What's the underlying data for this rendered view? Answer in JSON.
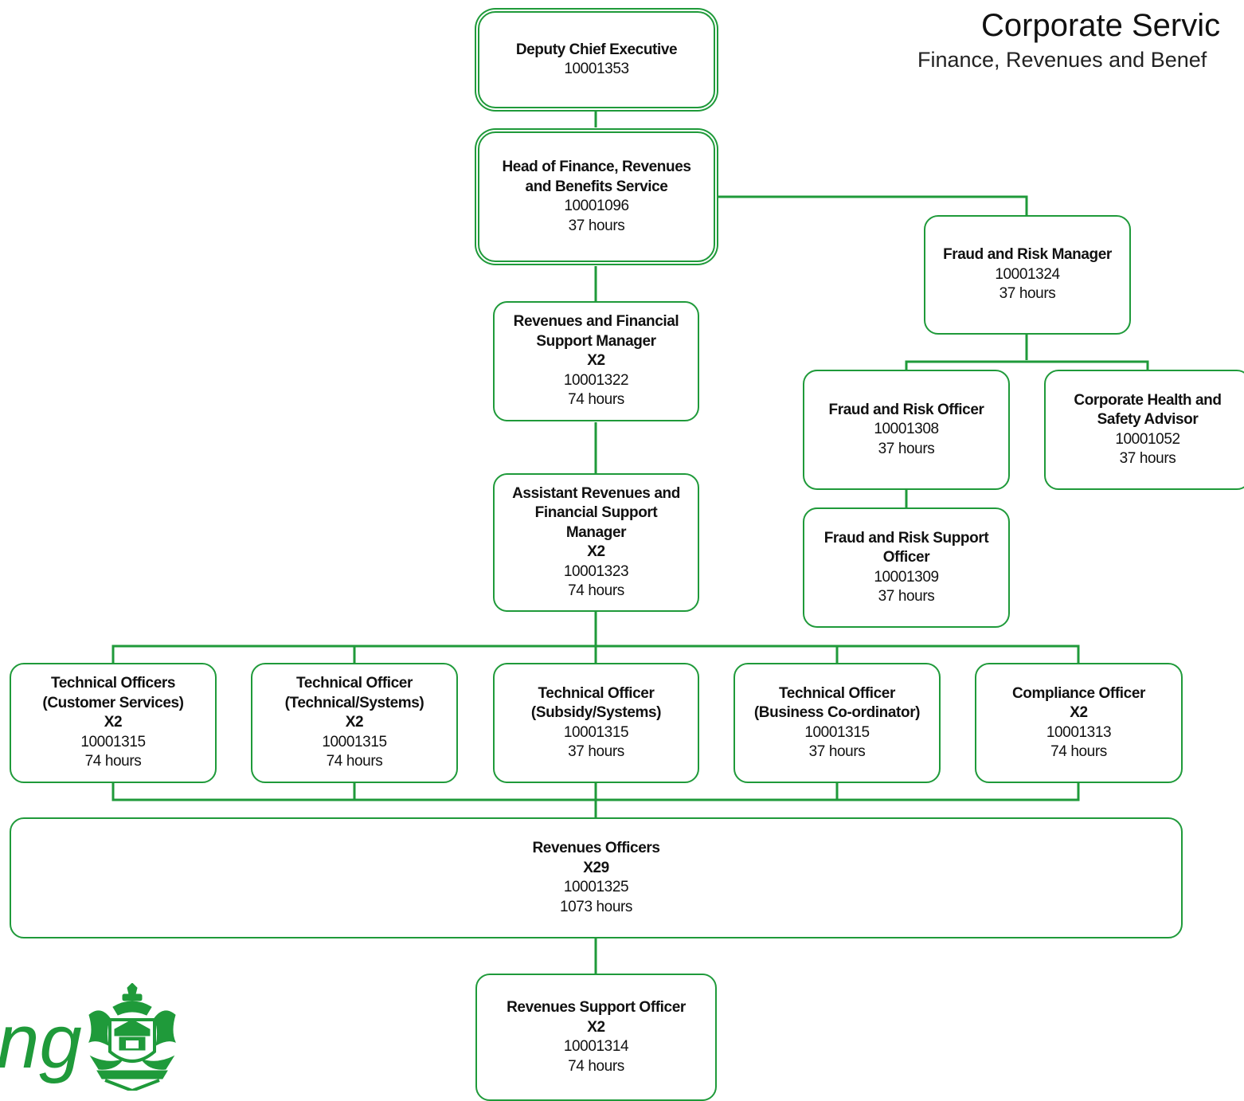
{
  "header": {
    "title": "Corporate Servic",
    "subtitle": "Finance, Revenues and Benef"
  },
  "logo": {
    "text": "ng",
    "crest_icon": "council-crest-icon",
    "color": "#1f9a3a"
  },
  "colors": {
    "line": "#1f9a3a",
    "box_border": "#1f9a3a"
  },
  "boxes": {
    "deputy": {
      "title": "Deputy Chief Executive",
      "id": "10001353"
    },
    "head": {
      "title1": "Head of Finance, Revenues",
      "title2": "and Benefits Service",
      "id": "10001096",
      "hours": "37 hours"
    },
    "fraud_mgr": {
      "title": "Fraud and Risk Manager",
      "id": "10001324",
      "hours": "37 hours"
    },
    "rev_mgr": {
      "title1": "Revenues and Financial",
      "title2": "Support Manager",
      "mult": "X2",
      "id": "10001322",
      "hours": "74 hours"
    },
    "fraud_off": {
      "title": "Fraud and Risk Officer",
      "id": "10001308",
      "hours": "37 hours"
    },
    "health": {
      "title1": "Corporate Health and",
      "title2": "Safety Advisor",
      "id": "10001052",
      "hours": "37 hours"
    },
    "asst_mgr": {
      "title1": "Assistant Revenues and",
      "title2": "Financial Support",
      "title3": "Manager",
      "mult": "X2",
      "id": "10001323",
      "hours": "74 hours"
    },
    "fraud_sup": {
      "title1": "Fraud and Risk Support",
      "title2": "Officer",
      "id": "10001309",
      "hours": "37 hours"
    },
    "tech_cs": {
      "title1": "Technical Officers",
      "title2": "(Customer Services)",
      "mult": "X2",
      "id": "10001315",
      "hours": "74 hours"
    },
    "tech_ts": {
      "title1": "Technical Officer",
      "title2": "(Technical/Systems)",
      "mult": "X2",
      "id": "10001315",
      "hours": "74 hours"
    },
    "tech_ss": {
      "title1": "Technical Officer",
      "title2": "(Subsidy/Systems)",
      "id": "10001315",
      "hours": "37 hours"
    },
    "tech_bc": {
      "title1": "Technical Officer",
      "title2": "(Business Co-ordinator)",
      "id": "10001315",
      "hours": "37 hours"
    },
    "compliance": {
      "title": "Compliance Officer",
      "mult": "X2",
      "id": "10001313",
      "hours": "74 hours"
    },
    "rev_officers": {
      "title": "Revenues Officers",
      "mult": "X29",
      "id": "10001325",
      "hours": "1073 hours"
    },
    "rev_support": {
      "title": "Revenues Support Officer",
      "mult": "X2",
      "id": "10001314",
      "hours": "74 hours"
    }
  }
}
